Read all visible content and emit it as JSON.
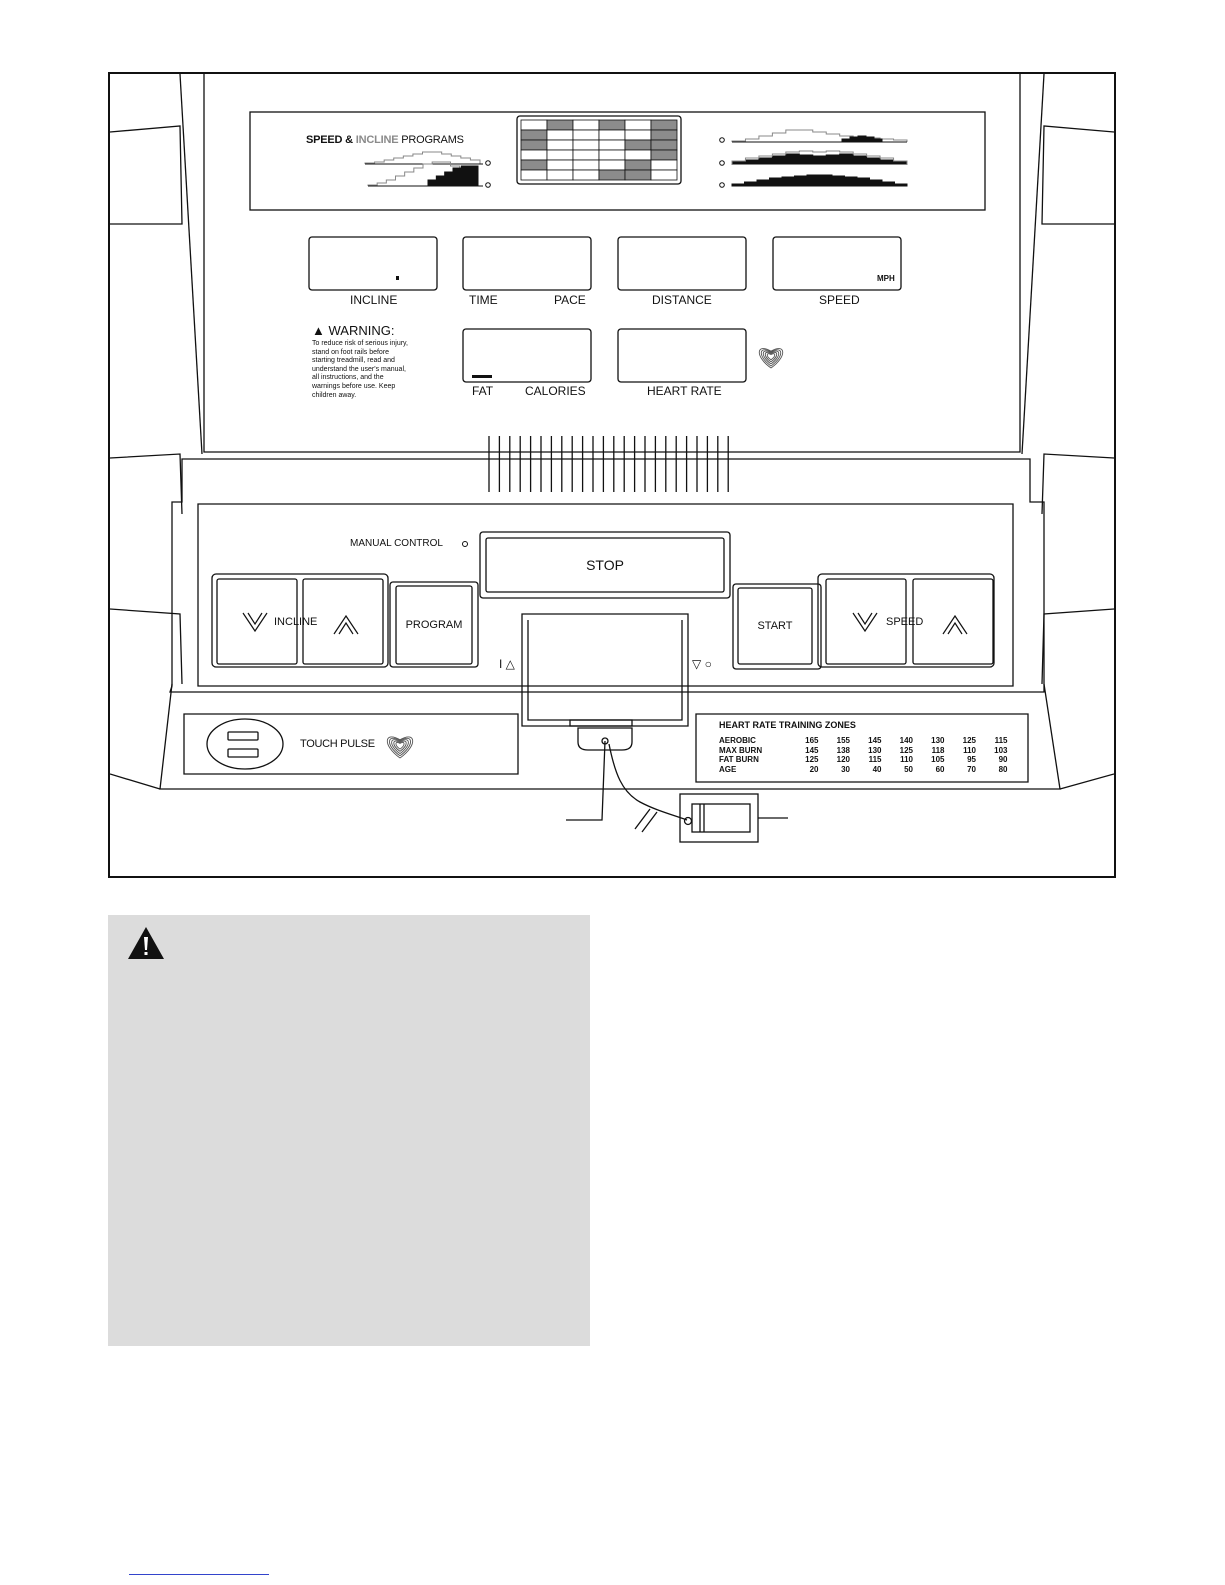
{
  "programs_panel": {
    "title_part1": "SPEED & ",
    "title_part2": "INCLINE",
    "title_part3": " PROGRAMS"
  },
  "displays": {
    "incline": {
      "label": "INCLINE"
    },
    "time_pace": {
      "label_left": "TIME",
      "label_right": "PACE"
    },
    "distance": {
      "label": "DISTANCE"
    },
    "speed": {
      "label": "SPEED",
      "unit": "MPH"
    },
    "fat_calories": {
      "label_left": "FAT",
      "label_right": "CALORIES"
    },
    "heart_rate": {
      "label": "HEART RATE",
      "icon": "heart-icon"
    }
  },
  "warning": {
    "title": "WARNING:",
    "text": "To reduce risk of serious injury, stand on foot rails before starting treadmill, read and understand the user's manual, all instructions, and the warnings before use. Keep children away."
  },
  "controls": {
    "manual_control": "MANUAL CONTROL",
    "stop": "STOP",
    "incline": "INCLINE",
    "program": "PROGRAM",
    "start": "START",
    "speed": "SPEED",
    "key_left_mark": "I △",
    "key_right_mark": "▽ ○"
  },
  "touch_pulse": {
    "label": "TOUCH PULSE",
    "icon": "heart-icon"
  },
  "zones": {
    "title": "HEART RATE TRAINING ZONES",
    "rows": [
      {
        "name": "AEROBIC",
        "values": [
          "165",
          "155",
          "145",
          "140",
          "130",
          "125",
          "115"
        ]
      },
      {
        "name": "MAX BURN",
        "values": [
          "145",
          "138",
          "130",
          "125",
          "118",
          "110",
          "103"
        ]
      },
      {
        "name": "FAT BURN",
        "values": [
          "125",
          "120",
          "115",
          "110",
          "105",
          "95",
          "90"
        ]
      },
      {
        "name": "AGE",
        "values": [
          "20",
          "30",
          "40",
          "50",
          "60",
          "70",
          "80"
        ]
      }
    ]
  },
  "colors": {
    "note_box": "#dcdcdc",
    "lcd_dark": "#8c8c8c",
    "line": "#111111"
  },
  "note": {
    "icon": "warning-icon"
  }
}
